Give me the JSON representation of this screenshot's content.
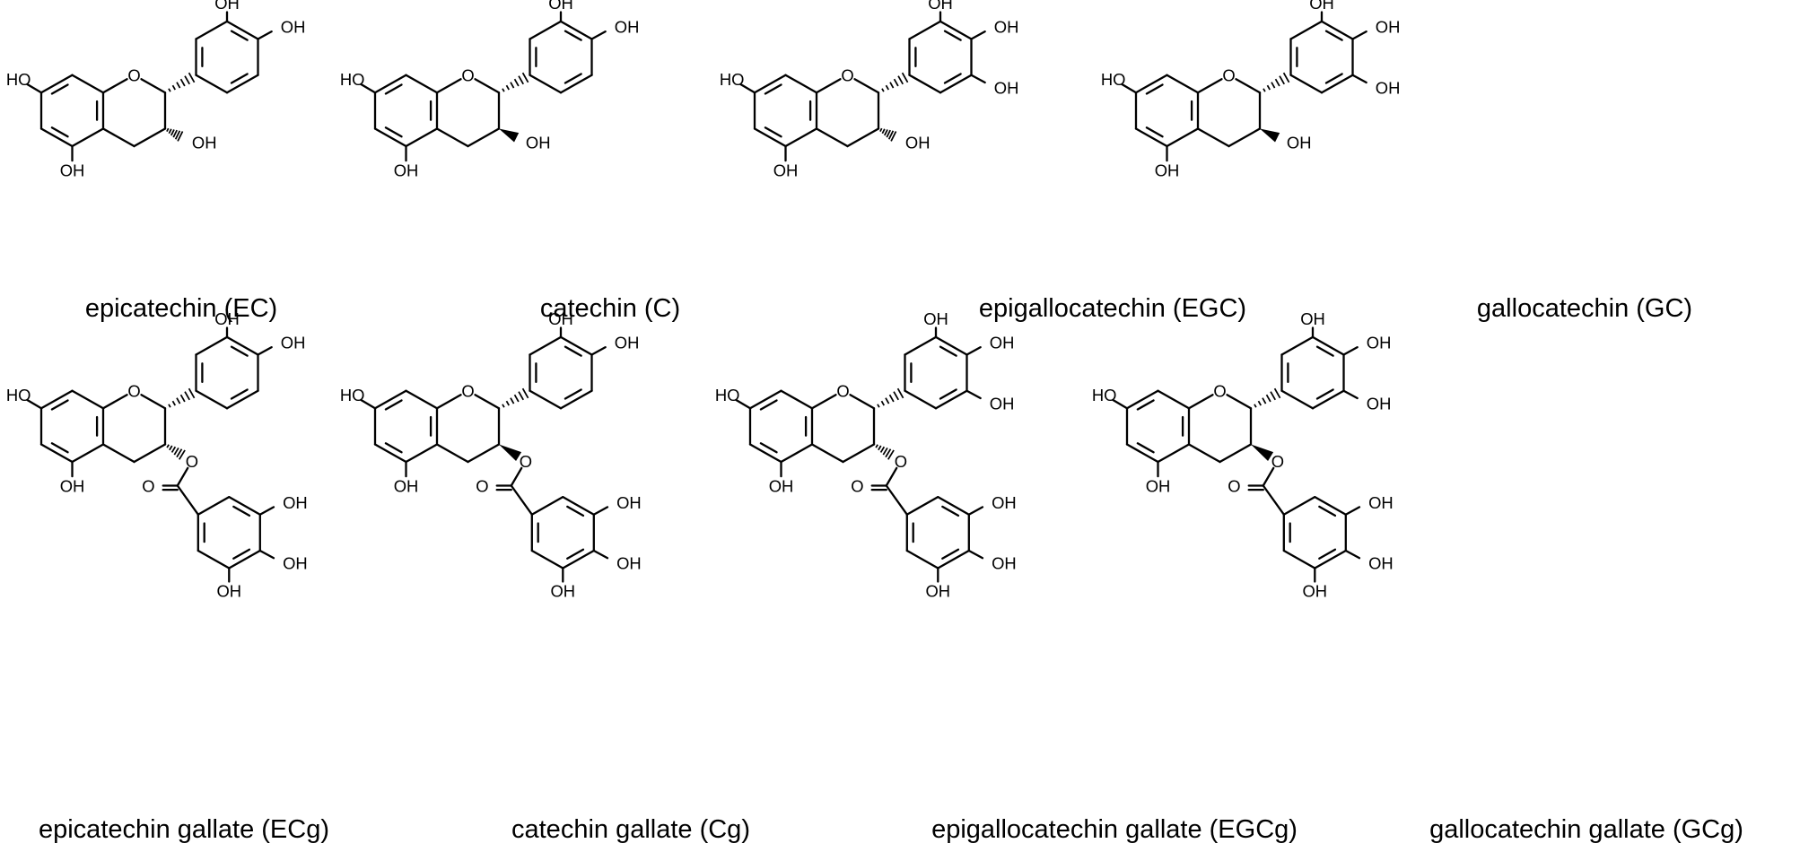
{
  "atoms": {
    "oh": "OH",
    "ho": "HO",
    "o": "O"
  },
  "compounds": [
    {
      "name": "epicatechin (EC)",
      "trihydroxy": false,
      "galloyl": false,
      "stereo": "hash"
    },
    {
      "name": "catechin (C)",
      "trihydroxy": false,
      "galloyl": false,
      "stereo": "wedge"
    },
    {
      "name": "epigallocatechin (EGC)",
      "trihydroxy": true,
      "galloyl": false,
      "stereo": "hash"
    },
    {
      "name": "gallocatechin (GC)",
      "trihydroxy": true,
      "galloyl": false,
      "stereo": "wedge"
    },
    {
      "name": "epicatechin gallate (ECg)",
      "trihydroxy": false,
      "galloyl": true,
      "stereo": "hash"
    },
    {
      "name": "catechin gallate (Cg)",
      "trihydroxy": false,
      "galloyl": true,
      "stereo": "wedge"
    },
    {
      "name": "epigallocatechin gallate (EGCg)",
      "trihydroxy": true,
      "galloyl": true,
      "stereo": "hash"
    },
    {
      "name": "gallocatechin gallate (GCg)",
      "trihydroxy": true,
      "galloyl": true,
      "stereo": "wedge"
    }
  ]
}
